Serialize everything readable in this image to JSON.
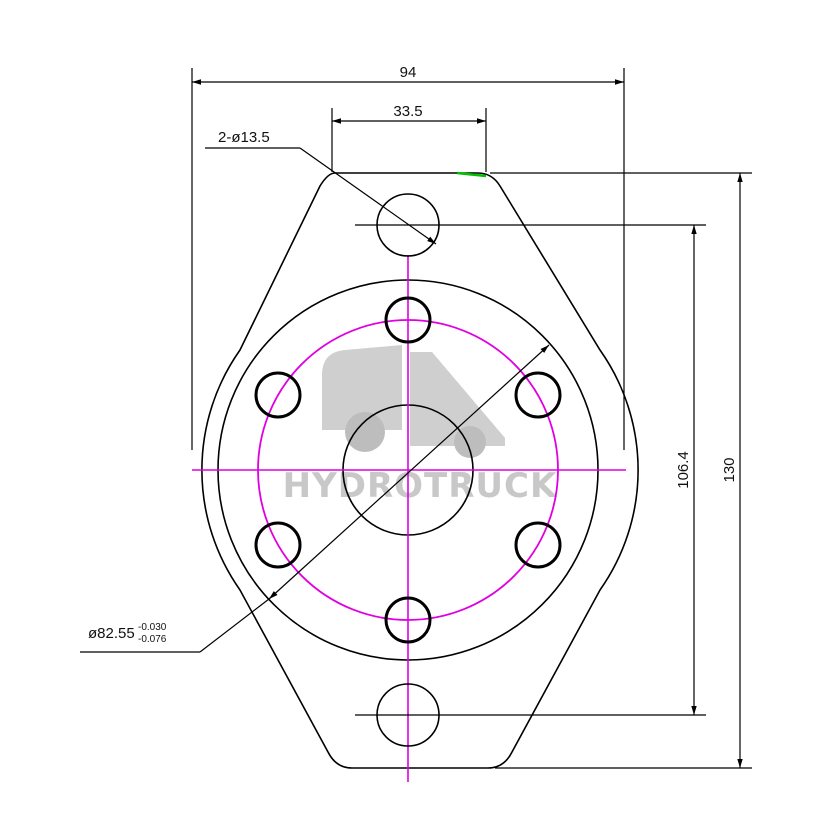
{
  "dimensions": {
    "overall_width": "94",
    "hole_spacing_horizontal": "33.5",
    "mounting_holes_callout": "2-ø13.5",
    "bolt_circle_vertical": "106.4",
    "overall_height": "130",
    "pilot_diameter": "ø82.55",
    "pilot_tol_upper": "-0.030",
    "pilot_tol_lower": "-0.076"
  },
  "watermark": {
    "text": "HYDROTRUCK",
    "icon": "truck-icon"
  },
  "colors": {
    "outline": "#000000",
    "centerline": "#e000e0",
    "watermark": "#c8c8c8",
    "accent": "#00c000"
  }
}
